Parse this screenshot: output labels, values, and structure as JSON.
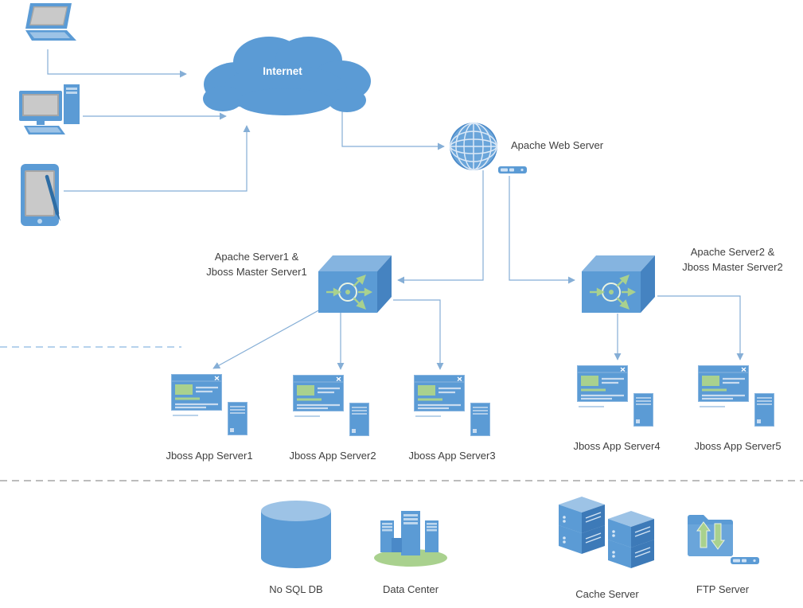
{
  "nodes": {
    "internet": {
      "label": "Internet"
    },
    "apache_web_server": {
      "label": "Apache Web Server"
    },
    "load_balancer_1": {
      "label_line1": "Apache Server1 &",
      "label_line2": "Jboss Master Server1"
    },
    "load_balancer_2": {
      "label_line1": "Apache Server2 &",
      "label_line2": "Jboss Master Server2"
    },
    "app_servers": [
      {
        "label": "Jboss App Server1"
      },
      {
        "label": "Jboss App Server2"
      },
      {
        "label": "Jboss App Server3"
      },
      {
        "label": "Jboss App Server4"
      },
      {
        "label": "Jboss App Server5"
      }
    ],
    "storage": [
      {
        "label": "No SQL DB"
      },
      {
        "label": "Data Center"
      },
      {
        "label": "Cache Server"
      },
      {
        "label": "FTP Server"
      }
    ]
  },
  "colors": {
    "primary_blue": "#5b9bd5",
    "light_blue": "#9dc3e6",
    "pale_blue": "#cfe2f5",
    "dark_blue": "#3d7ab8",
    "green": "#a9d18e",
    "connector": "#85aed6",
    "separator_gray": "#a6a6a6",
    "label_text": "#3f3f3f"
  }
}
